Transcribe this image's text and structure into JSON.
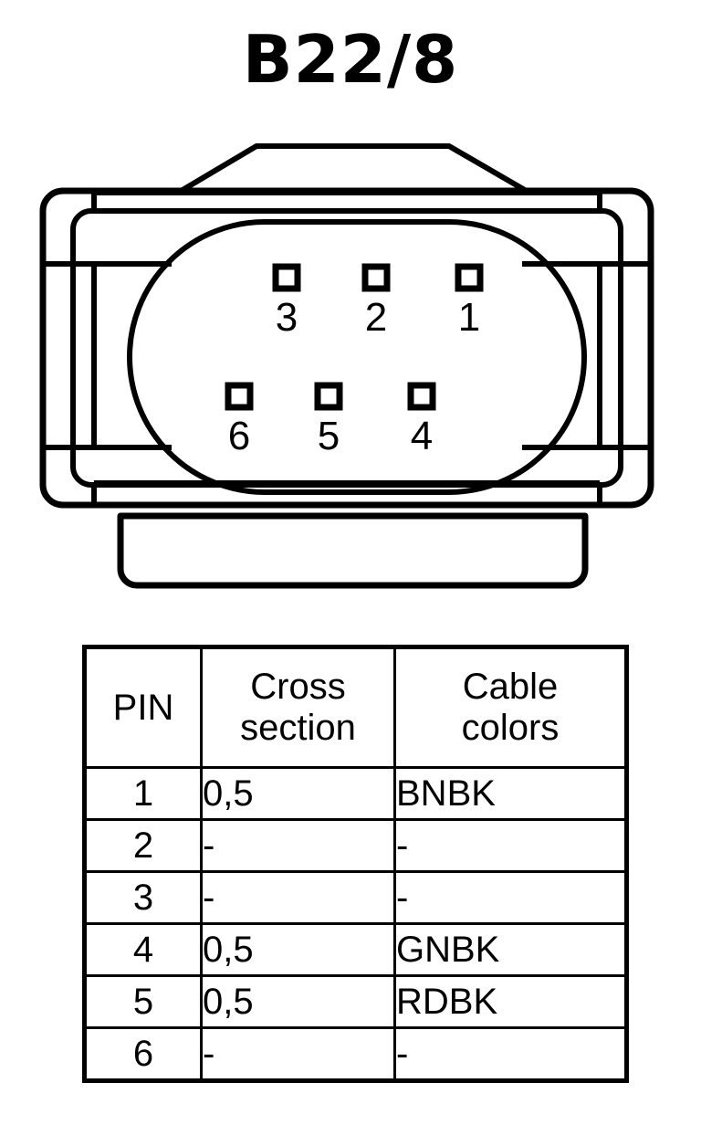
{
  "title": "B22/8",
  "connector": {
    "name": "6-way-connector-face-view",
    "pin_rows": [
      {
        "row": "top",
        "pins": [
          "3",
          "2",
          "1"
        ]
      },
      {
        "row": "bottom",
        "pins": [
          "6",
          "5",
          "4"
        ]
      }
    ],
    "pin_count": 6,
    "stroke_color": "#000000",
    "fill_color": "#ffffff"
  },
  "table": {
    "headers": {
      "pin": "PIN",
      "cross_section_line1": "Cross",
      "cross_section_line2": "section",
      "cable_colors_line1": "Cable",
      "cable_colors_line2": "colors"
    },
    "rows": [
      {
        "pin": "1",
        "cross_section": "0,5",
        "cable_colors": "BNBK"
      },
      {
        "pin": "2",
        "cross_section": "-",
        "cable_colors": "-"
      },
      {
        "pin": "3",
        "cross_section": "-",
        "cable_colors": "-"
      },
      {
        "pin": "4",
        "cross_section": "0,5",
        "cable_colors": "GNBK"
      },
      {
        "pin": "5",
        "cross_section": "0,5",
        "cable_colors": "RDBK"
      },
      {
        "pin": "6",
        "cross_section": "-",
        "cable_colors": "-"
      }
    ]
  }
}
